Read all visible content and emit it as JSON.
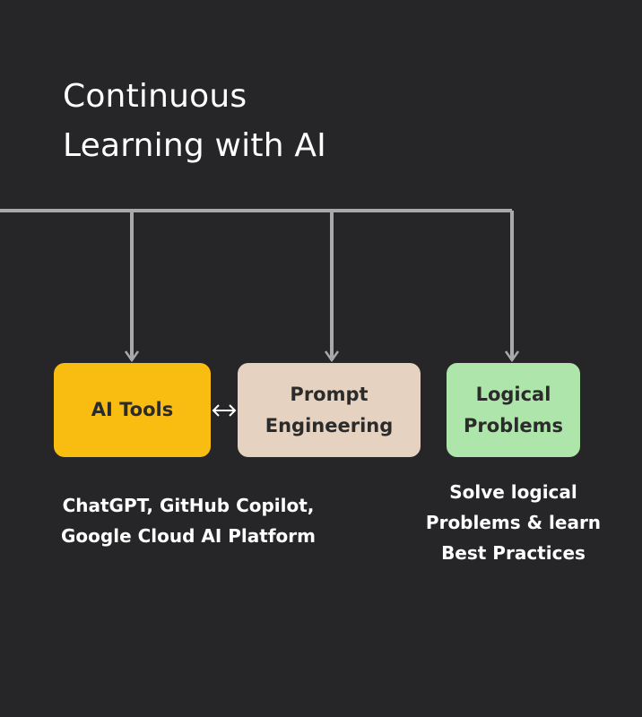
{
  "diagram": {
    "title_lines": [
      "Continuous",
      "Learning with AI"
    ],
    "nodes": [
      {
        "label_lines": [
          "AI Tools"
        ],
        "color": "#f9bd12"
      },
      {
        "label_lines": [
          "Prompt",
          "Engineering"
        ],
        "color": "#e6d2c1"
      },
      {
        "label_lines": [
          "Logical",
          "Problems"
        ],
        "color": "#ade5aa"
      }
    ],
    "bidirectional_arrow": "↔",
    "captions": {
      "left_lines": [
        "ChatGPT, GitHub Copilot,",
        "Google Cloud AI Platform"
      ],
      "right_lines": [
        "Solve logical",
        "Problems & learn",
        "Best Practices"
      ]
    },
    "colors": {
      "background": "#262628",
      "connector": "#a9a9a9",
      "text": "#ffffff"
    }
  }
}
